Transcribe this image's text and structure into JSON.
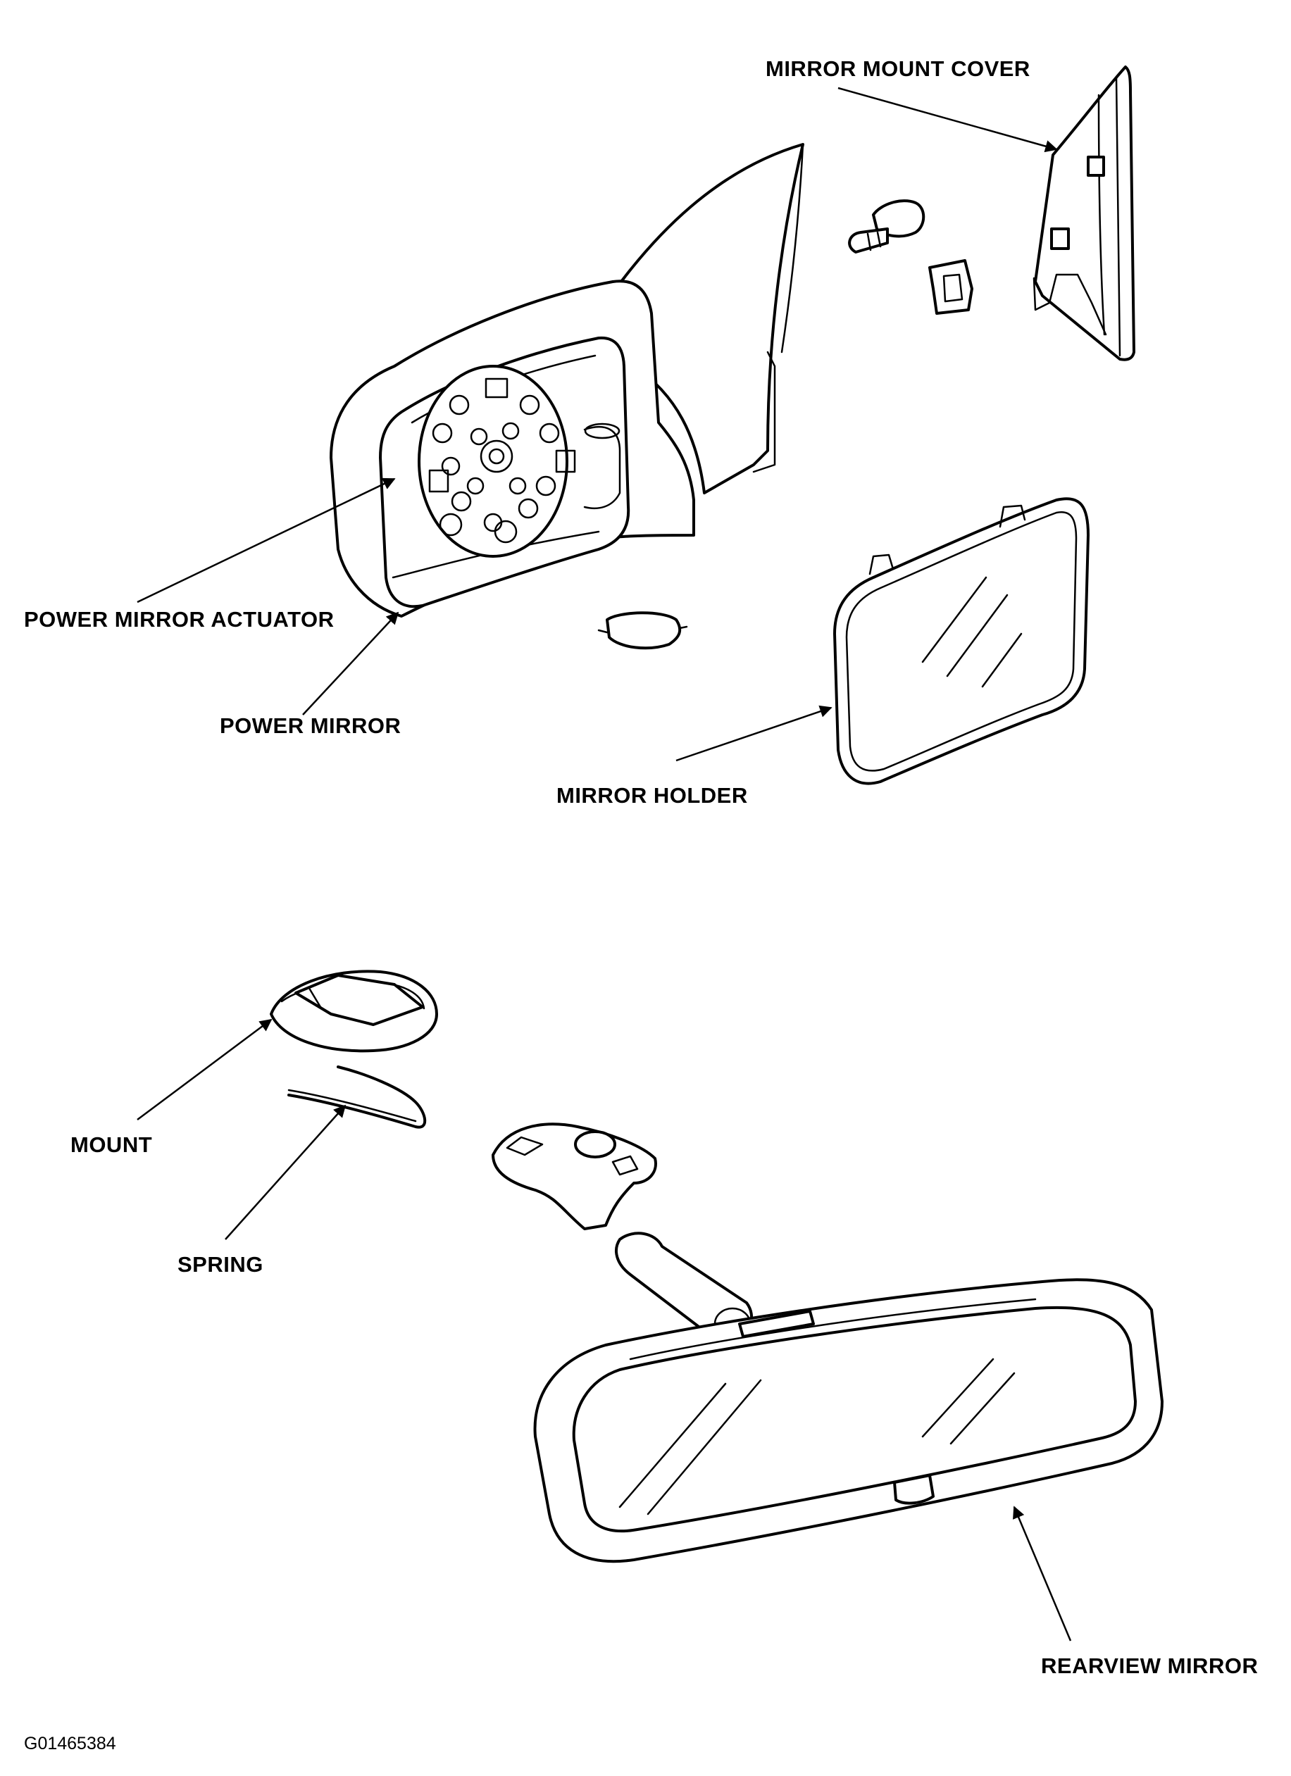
{
  "labels": {
    "mirror_mount_cover": "MIRROR MOUNT COVER",
    "power_mirror_actuator": "POWER MIRROR ACTUATOR",
    "power_mirror": "POWER MIRROR",
    "mirror_holder": "MIRROR HOLDER",
    "mount": "MOUNT",
    "spring": "SPRING",
    "rearview_mirror": "REARVIEW MIRROR"
  },
  "figure_id": "G01465384"
}
